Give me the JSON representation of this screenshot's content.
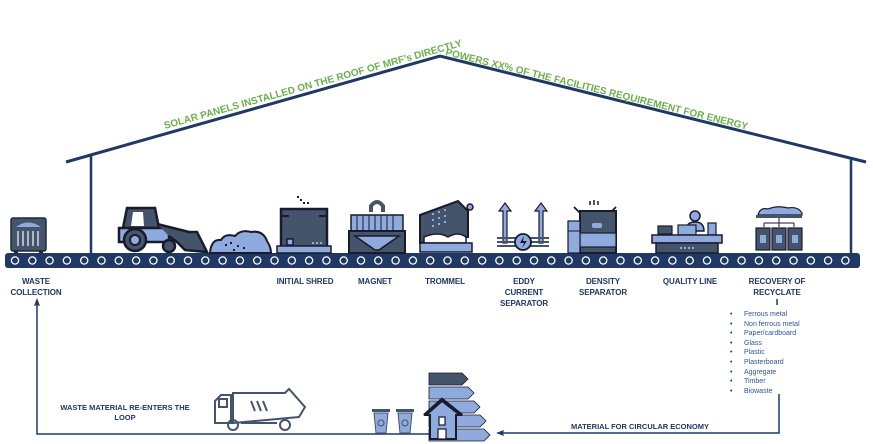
{
  "roof": {
    "text_left": "SOLAR PANELS INSTALLED ON THE ROOF OF MRF’s DIRECTLY",
    "text_right": "POWERS XX% OF THE FACILITIES REQUIREMENT FOR ENERGY"
  },
  "colors": {
    "navy": "#1f3864",
    "icon_dark": "#44546a",
    "icon_light": "#8faadc",
    "green": "#6ab04c",
    "list_text": "#2f5597"
  },
  "stages": [
    {
      "id": "waste-collection",
      "label": "WASTE COLLECTION",
      "icon": "skip-bin-icon"
    },
    {
      "id": "loader",
      "label": "",
      "icon": "front-loader-icon"
    },
    {
      "id": "initial-shred",
      "label": "INITIAL SHRED",
      "icon": "shredder-icon"
    },
    {
      "id": "magnet",
      "label": "MAGNET",
      "icon": "magnet-icon"
    },
    {
      "id": "trommel",
      "label": "TROMMEL",
      "icon": "trommel-icon"
    },
    {
      "id": "eddy-current",
      "label": "EDDY CURRENT SEPARATOR",
      "icon": "eddy-current-icon"
    },
    {
      "id": "density-separator",
      "label": "DENSITY SEPARATOR",
      "icon": "density-separator-icon"
    },
    {
      "id": "quality-line",
      "label": "QUALITY LINE",
      "icon": "quality-line-icon"
    },
    {
      "id": "recovery",
      "label": "RECOVERY OF RECYCLATE",
      "icon": "recycling-bins-icon"
    }
  ],
  "recyclates": [
    "Ferrous metal",
    "Non ferrous metal",
    "Paper/cardboard",
    "Glass",
    "Plastic",
    "Plasterboard",
    "Aggregate",
    "Timber",
    "Biowaste"
  ],
  "bottom": {
    "circular_economy": "MATERIAL FOR CIRCULAR ECONOMY",
    "re_enters": "WASTE MATERIAL RE-ENTERS THE LOOP"
  }
}
